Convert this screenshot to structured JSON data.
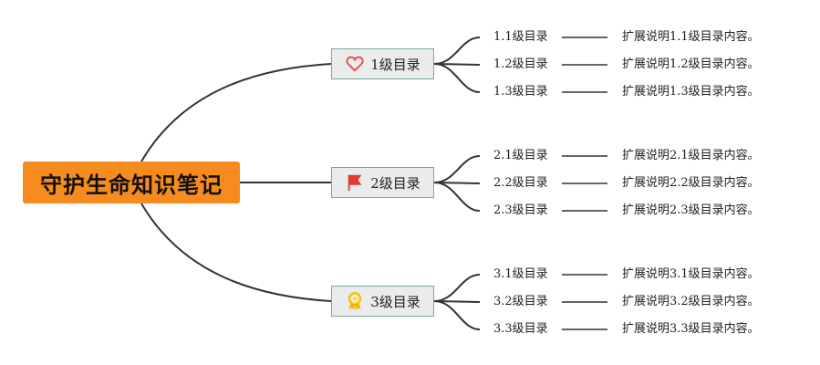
{
  "root": {
    "title": "守护生命知识笔记"
  },
  "branches": [
    {
      "label": "1级目录",
      "icon": "heart-icon",
      "children": [
        {
          "label": "1.1级目录",
          "note": "扩展说明1.1级目录内容。"
        },
        {
          "label": "1.2级目录",
          "note": "扩展说明1.2级目录内容。"
        },
        {
          "label": "1.3级目录",
          "note": "扩展说明1.3级目录内容。"
        }
      ]
    },
    {
      "label": "2级目录",
      "icon": "flag-icon",
      "children": [
        {
          "label": "2.1级目录",
          "note": "扩展说明2.1级目录内容。"
        },
        {
          "label": "2.2级目录",
          "note": "扩展说明2.2级目录内容。"
        },
        {
          "label": "2.3级目录",
          "note": "扩展说明2.3级目录内容。"
        }
      ]
    },
    {
      "label": "3级目录",
      "icon": "award-icon",
      "children": [
        {
          "label": "3.1级目录",
          "note": "扩展说明3.1级目录内容。"
        },
        {
          "label": "3.2级目录",
          "note": "扩展说明3.2级目录内容。"
        },
        {
          "label": "3.3级目录",
          "note": "扩展说明3.3级目录内容。"
        }
      ]
    }
  ],
  "colors": {
    "root_fill": "#f68b1f",
    "branch_fill": "#e9ecea",
    "branch_border": "#79a89a",
    "connector": "#333333",
    "heart": "#e04a4a",
    "flag": "#e53935",
    "award": "#f4b400"
  }
}
